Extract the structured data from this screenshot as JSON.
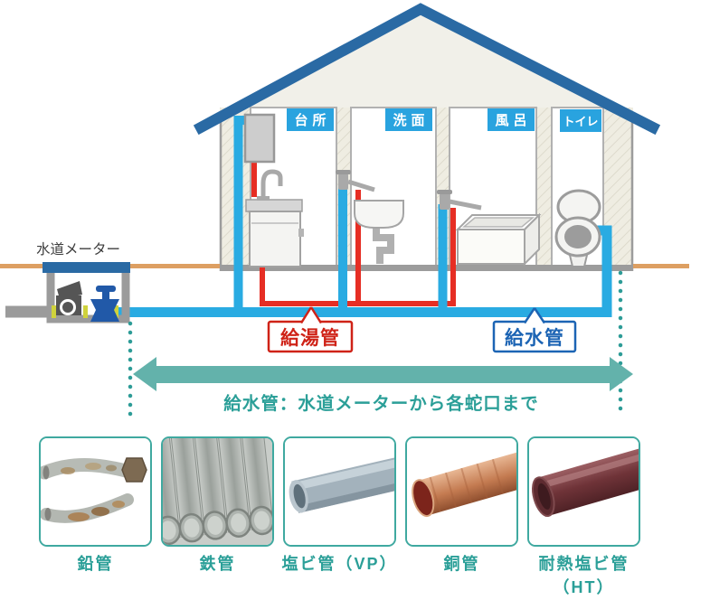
{
  "diagram": {
    "water_meter_label": "水道メーター",
    "rooms": [
      {
        "label": "台所"
      },
      {
        "label": "洗面"
      },
      {
        "label": "風呂"
      },
      {
        "label": "トイレ"
      }
    ],
    "callouts": {
      "hot_pipe": "給湯管",
      "cold_pipe": "給水管"
    },
    "arrow_caption": "給水管：水道メーターから各蛇口まで",
    "colors": {
      "cold_water_pipe": "#29abe2",
      "hot_water_pipe": "#e62e24",
      "roof_and_meter_lid": "#2a6aa4",
      "room_label_bg": "#29a3df",
      "hot_callout": "#cf2217",
      "cold_callout": "#1c64b4",
      "teal_text": "#2b9f98",
      "teal_arrow": "#63b2ab",
      "ground": "#dd9f62"
    }
  },
  "gallery": {
    "items": [
      {
        "label": "鉛管"
      },
      {
        "label": "鉄管"
      },
      {
        "label": "塩ビ管（VP）"
      },
      {
        "label": "銅管"
      },
      {
        "label": "耐熱塩ビ管（HT）"
      }
    ]
  }
}
